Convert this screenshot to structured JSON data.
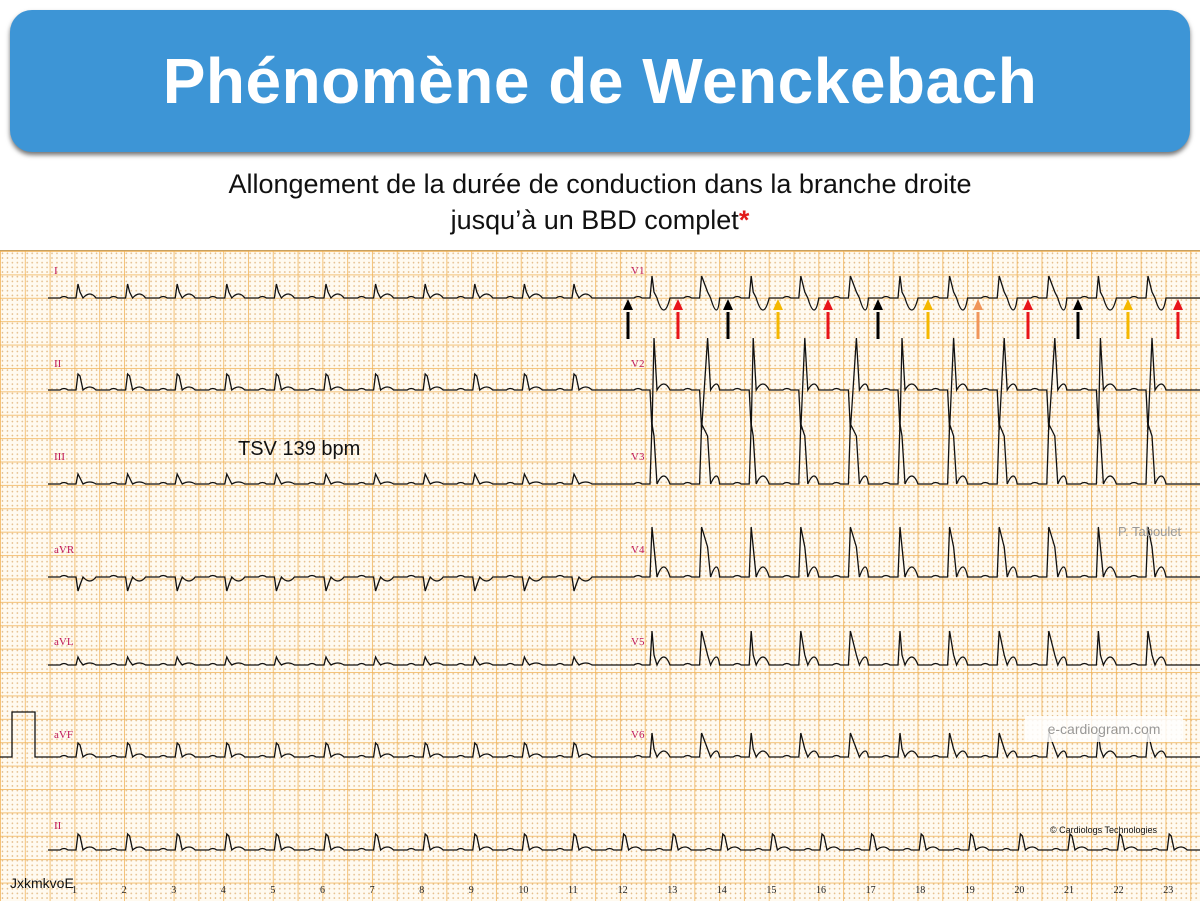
{
  "title": "Phénomène de Wenckebach",
  "subtitle_line1": "Allongement de la durée de conduction dans la branche droite",
  "subtitle_line2": "jusqu’à un BBD complet",
  "subtitle_star": "*",
  "annotation": "TSV 139 bpm",
  "code": "JxkmkvoE",
  "author": "P. Taboulet",
  "site": "e-cardiogram.com",
  "copyright": "© Cardiologs Technologies",
  "leads_left": [
    "I",
    "II",
    "III",
    "aVR",
    "aVL",
    "aVF"
  ],
  "leads_right": [
    "V1",
    "V2",
    "V3",
    "V4",
    "V5",
    "V6"
  ],
  "rhythm_lead": "II",
  "time_markers": [
    "1",
    "2",
    "3",
    "4",
    "5",
    "6",
    "7",
    "8",
    "9",
    "10",
    "11",
    "12",
    "13",
    "14",
    "15",
    "16",
    "17",
    "18",
    "19",
    "20",
    "21",
    "22",
    "23"
  ],
  "v1_arrows": [
    "#000000",
    "#e8141a",
    "#000000",
    "#f5b800",
    "#e8141a",
    "#000000",
    "#f5b800",
    "#f0955a",
    "#e8141a",
    "#000000",
    "#f5b800",
    "#e8141a"
  ]
}
